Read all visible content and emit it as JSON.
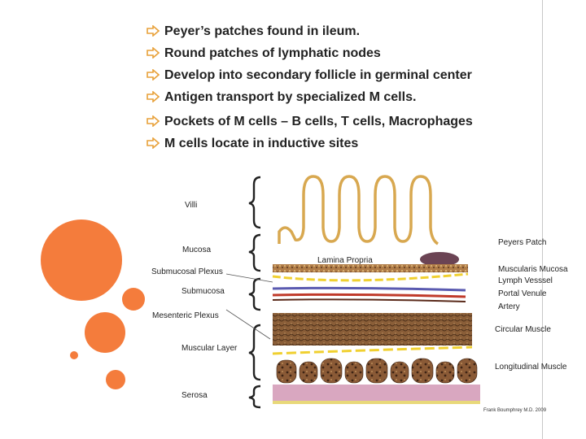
{
  "slide": {
    "bullets": [
      "Peyer’s patches found in ileum.",
      "Round patches of lymphatic nodes",
      "Develop into secondary follicle in germinal center",
      "Antigen transport by specialized M cells.",
      "Pockets of M cells – B cells, T cells, Macrophages",
      "M cells locate in inductive sites"
    ]
  },
  "figure": {
    "left_labels": {
      "villi": "Villi",
      "mucosa": "Mucosa",
      "submucosal_plexus": "Submucosal Plexus",
      "submucosa": "Submucosa",
      "mesenteric_plexus": "Mesenteric Plexus",
      "muscular_layer": "Muscular Layer",
      "serosa": "Serosa"
    },
    "center_labels": {
      "lamina_propria": "Lamina Propria"
    },
    "right_labels": {
      "peyers_patch": "Peyers Patch",
      "muscularis_mucosa": "Muscularis Mucosa",
      "lymph_vessel": "Lymph Vesssel",
      "portal_venule": "Portal Venule",
      "artery": "Artery",
      "circular_muscle": "Circular Muscle",
      "longitudinal_muscle": "Longitudinal Muscle"
    },
    "credit": "Frank Boumphrey M.D. 2009"
  },
  "colors": {
    "accent": "#f47c3c",
    "bullet_arrow": "#e8a13a",
    "villi": "#d8a850",
    "peyers_patch": "#6b4454",
    "muscle": "#7a5230",
    "serosa": "#d9a7c0"
  },
  "icons": {
    "bullet": "arrow-right-icon"
  }
}
